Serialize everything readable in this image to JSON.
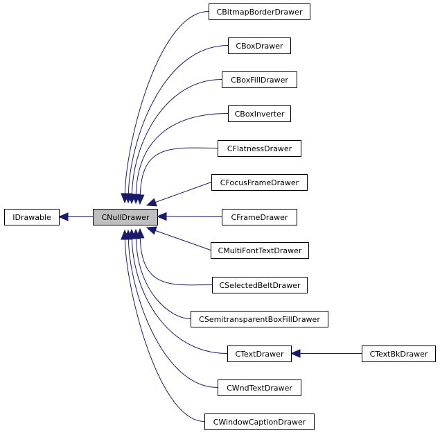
{
  "diagram": {
    "nodes": [
      {
        "id": "idrawable",
        "label": "IDrawable"
      },
      {
        "id": "cnulldrawer",
        "label": "CNullDrawer",
        "selected": true
      },
      {
        "id": "cbitmapborderdrawer",
        "label": "CBitmapBorderDrawer"
      },
      {
        "id": "cboxdrawer",
        "label": "CBoxDrawer"
      },
      {
        "id": "cboxfilldrawer",
        "label": "CBoxFillDrawer"
      },
      {
        "id": "cboxinverter",
        "label": "CBoxInverter"
      },
      {
        "id": "cflatnessdrawer",
        "label": "CFlatnessDrawer"
      },
      {
        "id": "cfocusframedrawer",
        "label": "CFocusFrameDrawer"
      },
      {
        "id": "cframedrawer",
        "label": "CFrameDrawer"
      },
      {
        "id": "cmultifonttextdrawer",
        "label": "CMultiFontTextDrawer"
      },
      {
        "id": "cselectedbeltdrawer",
        "label": "CSelectedBeltDrawer"
      },
      {
        "id": "csemitransparentboxfilldrawer",
        "label": "CSemitransparentBoxFillDrawer"
      },
      {
        "id": "ctextdrawer",
        "label": "CTextDrawer"
      },
      {
        "id": "ctextbkdrawer",
        "label": "CTextBkDrawer"
      },
      {
        "id": "cwndtextdrawer",
        "label": "CWndTextDrawer"
      },
      {
        "id": "cwindowcaptiondrawer",
        "label": "CWindowCaptionDrawer"
      }
    ],
    "edges": [
      {
        "from": "cnulldrawer",
        "to": "idrawable"
      },
      {
        "from": "cbitmapborderdrawer",
        "to": "cnulldrawer"
      },
      {
        "from": "cboxdrawer",
        "to": "cnulldrawer"
      },
      {
        "from": "cboxfilldrawer",
        "to": "cnulldrawer"
      },
      {
        "from": "cboxinverter",
        "to": "cnulldrawer"
      },
      {
        "from": "cflatnessdrawer",
        "to": "cnulldrawer"
      },
      {
        "from": "cfocusframedrawer",
        "to": "cnulldrawer"
      },
      {
        "from": "cframedrawer",
        "to": "cnulldrawer"
      },
      {
        "from": "cmultifonttextdrawer",
        "to": "cnulldrawer"
      },
      {
        "from": "cselectedbeltdrawer",
        "to": "cnulldrawer"
      },
      {
        "from": "csemitransparentboxfilldrawer",
        "to": "cnulldrawer"
      },
      {
        "from": "ctextdrawer",
        "to": "cnulldrawer"
      },
      {
        "from": "cwndtextdrawer",
        "to": "cnulldrawer"
      },
      {
        "from": "cwindowcaptiondrawer",
        "to": "cnulldrawer"
      },
      {
        "from": "ctextbkdrawer",
        "to": "ctextdrawer"
      }
    ],
    "colors": {
      "edge": "#1a1a6b",
      "selected_fill": "#bfbfbf"
    }
  }
}
